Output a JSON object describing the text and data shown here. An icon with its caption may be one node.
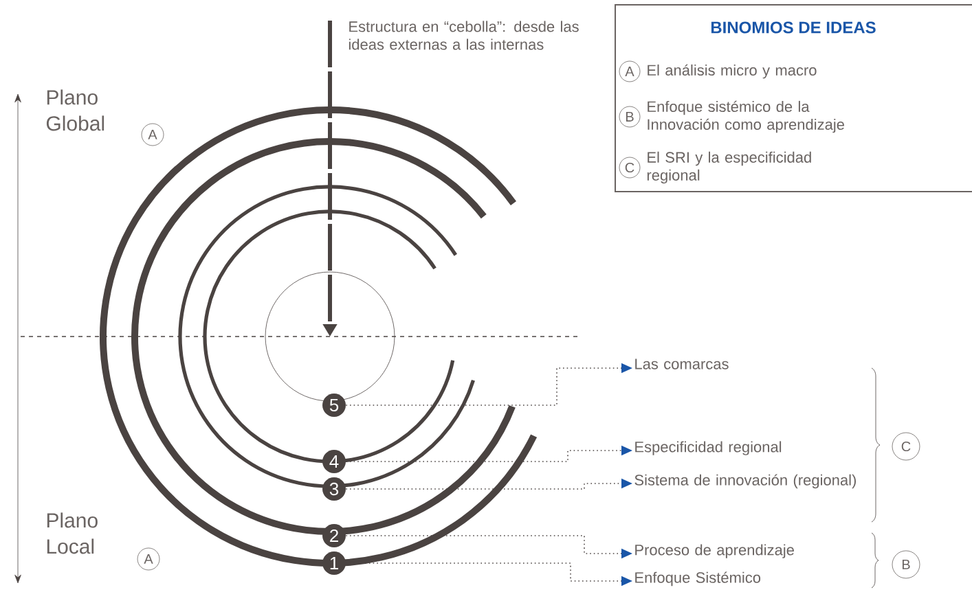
{
  "diagram": {
    "nodes": [
      {
        "text": [
          "BINOMIOS DE IDEAS",
          "A",
          "El análisis micro y macro",
          "B",
          "Enfoque sistémico de la Innovación como aprendizaje",
          "C",
          "El SRI y la especificidad regional"
        ]
      },
      {
        "text": [
          "1"
        ]
      },
      {
        "text": [
          "2"
        ]
      },
      {
        "text": [
          "3"
        ]
      },
      {
        "text": [
          "4"
        ]
      },
      {
        "text": [
          "5"
        ]
      },
      {
        "text": [
          "Las comarcas"
        ]
      },
      {
        "text": [
          "Especificidad regional"
        ]
      },
      {
        "text": [
          "Sistema de innovación (regional)"
        ]
      },
      {
        "text": [
          "Proceso de aprendizaje"
        ]
      },
      {
        "text": [
          "Enfoque Sistémico"
        ]
      }
    ],
    "edges": [
      {
        "from": 5,
        "to": 6,
        "arrow": "to"
      },
      {
        "from": 4,
        "to": 7,
        "arrow": "to"
      },
      {
        "from": 3,
        "to": 8,
        "arrow": "to"
      },
      {
        "from": 2,
        "to": 9,
        "arrow": "to"
      },
      {
        "from": 1,
        "to": 10,
        "arrow": "to"
      }
    ],
    "labels": [
      "Estructura en “cebolla”: desde las ideas externas a las internas",
      "Plano Global",
      "A",
      "C",
      "Plano Local",
      "A",
      "B"
    ]
  }
}
